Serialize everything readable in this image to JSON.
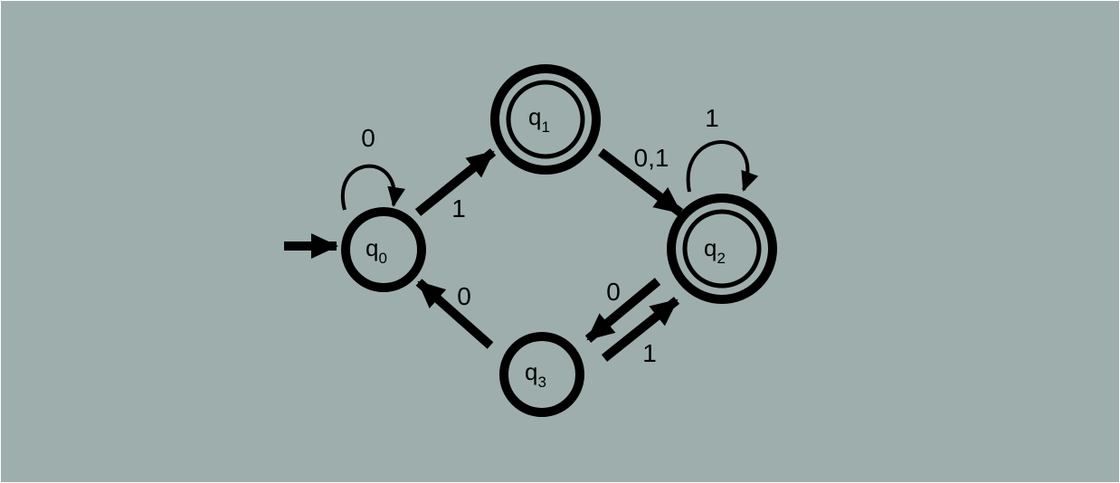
{
  "colors": {
    "background": "#9eaeac",
    "ink": "#000000",
    "frame": "#ffffff"
  },
  "automaton": {
    "initial_state": "q0",
    "states": [
      {
        "id": "q0",
        "name": "q",
        "index": "0",
        "accepting": false
      },
      {
        "id": "q1",
        "name": "q",
        "index": "1",
        "accepting": true
      },
      {
        "id": "q2",
        "name": "q",
        "index": "2",
        "accepting": true
      },
      {
        "id": "q3",
        "name": "q",
        "index": "3",
        "accepting": false
      }
    ],
    "transitions": [
      {
        "id": "t0",
        "from": "q0",
        "to": "q0",
        "label": "0"
      },
      {
        "id": "t1",
        "from": "q0",
        "to": "q1",
        "label": "1"
      },
      {
        "id": "t2",
        "from": "q1",
        "to": "q2",
        "label": "0,1"
      },
      {
        "id": "t3",
        "from": "q2",
        "to": "q2",
        "label": "1"
      },
      {
        "id": "t4",
        "from": "q2",
        "to": "q3",
        "label": "0"
      },
      {
        "id": "t5",
        "from": "q3",
        "to": "q2",
        "label": "1"
      },
      {
        "id": "t6",
        "from": "q3",
        "to": "q0",
        "label": "0"
      }
    ]
  }
}
